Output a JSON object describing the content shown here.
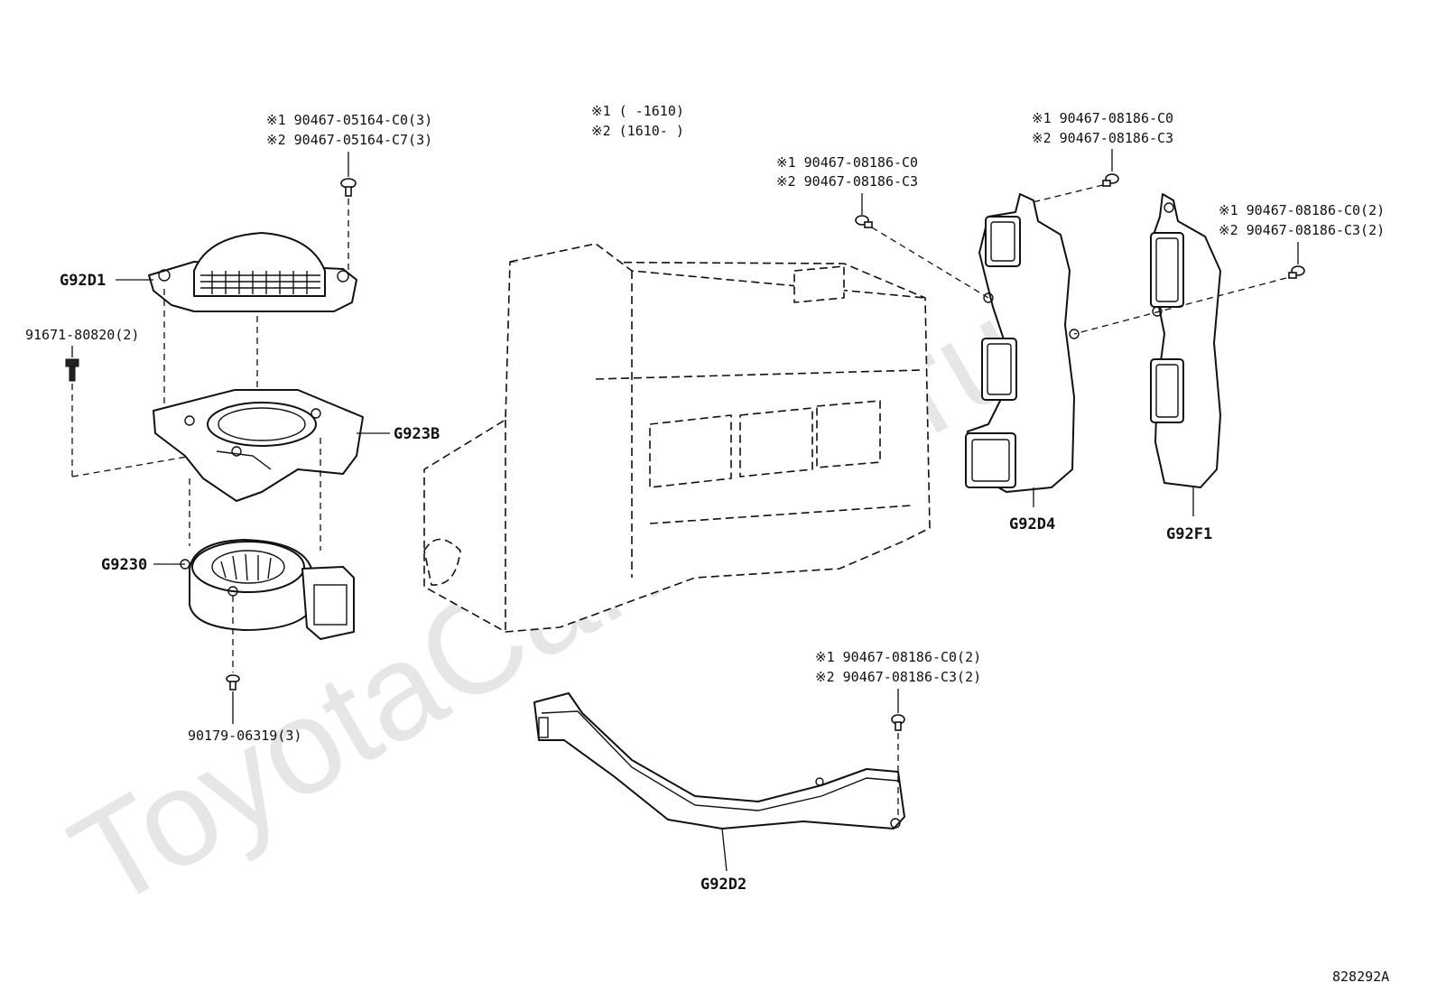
{
  "diagram_id": "828292A",
  "watermark": "ToyotaCarMine.ru",
  "legend": {
    "line1": "※1 (     -1610)",
    "line2": "※2 (1610-     )"
  },
  "parts": {
    "g92d1": "G92D1",
    "g923b": "G923B",
    "g9230": "G9230",
    "g92d4": "G92D4",
    "g92f1": "G92F1",
    "g92d2": "G92D2"
  },
  "fasteners": {
    "top_screw_1": "※1 90467-05164-C0(3)",
    "top_screw_2": "※2 90467-05164-C7(3)",
    "bolt": "91671-80820(2)",
    "bottom_screw": "90179-06319(3)",
    "mid_clip_1": "※1 90467-08186-C0",
    "mid_clip_2": "※2 90467-08186-C3",
    "d4_clip_1": "※1 90467-08186-C0",
    "d4_clip_2": "※2 90467-08186-C3",
    "f1_clip_1": "※1 90467-08186-C0(2)",
    "f1_clip_2": "※2 90467-08186-C3(2)",
    "d2_clip_1": "※1 90467-08186-C0(2)",
    "d2_clip_2": "※2 90467-08186-C3(2)"
  }
}
